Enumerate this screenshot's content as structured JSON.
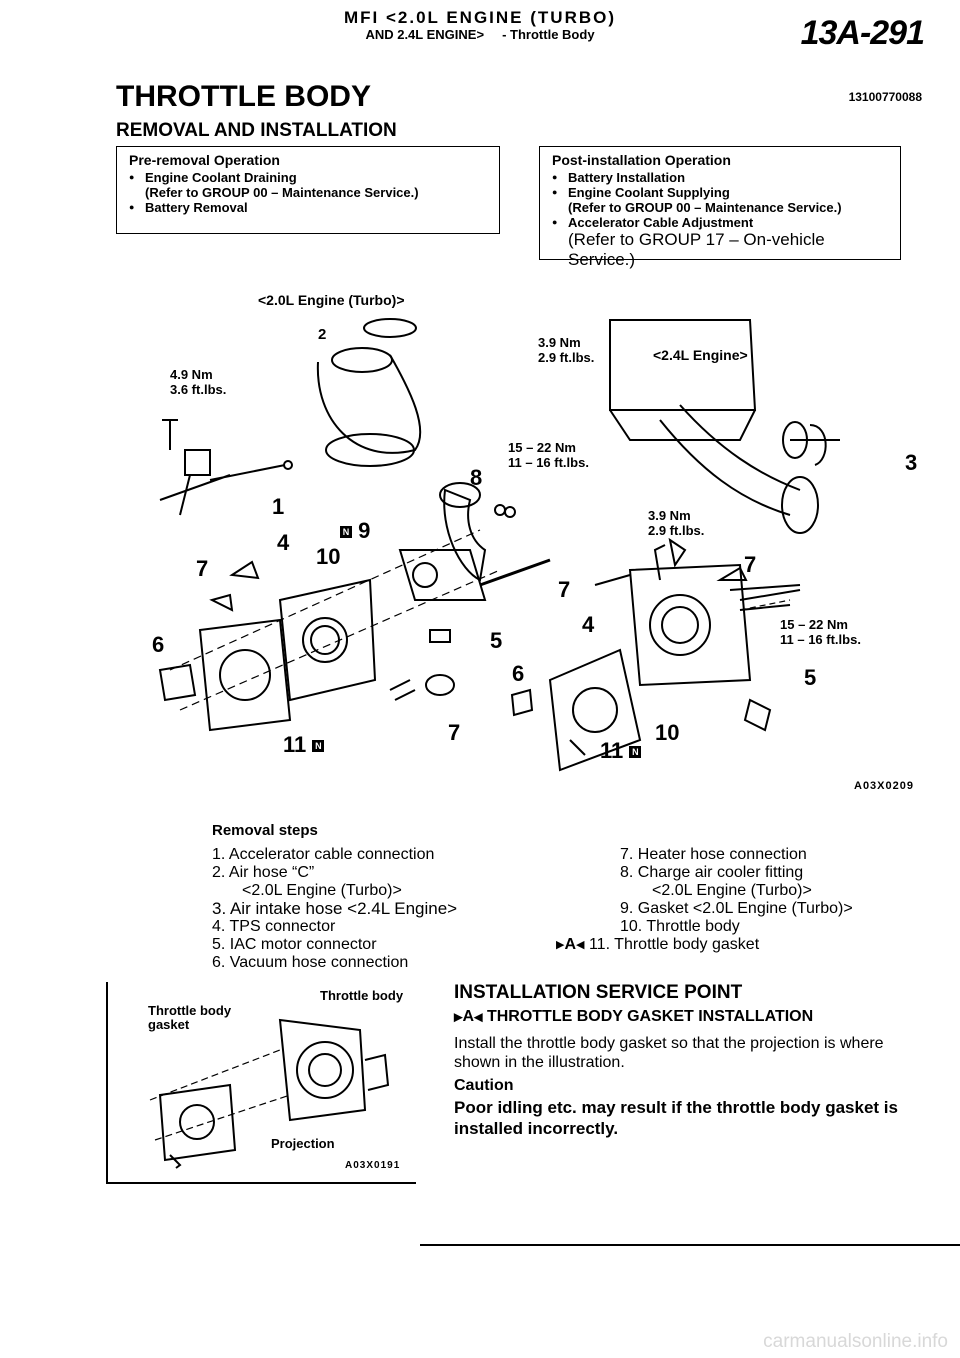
{
  "header": {
    "line1_prefix": "MFI <2.0L",
    "line1_main": "ENGINE (TURBO)",
    "line2": "AND 2.4L ENGINE>",
    "section": "- Throttle Body",
    "page": "13A-291"
  },
  "title": "THROTTLE BODY",
  "doc_number": "13100770088",
  "subtitle": "REMOVAL AND INSTALLATION",
  "pre_removal": {
    "heading": "Pre-removal Operation",
    "items": [
      "Engine Coolant Draining",
      "(Refer to GROUP 00 – Maintenance Service.)",
      "Battery Removal"
    ]
  },
  "post_installation": {
    "heading": "Post-installation Operation",
    "items": [
      "Battery Installation",
      "Engine Coolant Supplying",
      "(Refer to GROUP 00 – Maintenance Service.)",
      "Accelerator Cable Adjustment",
      "(Refer to GROUP 17 – On-vehicle Service.)"
    ]
  },
  "diagram": {
    "left_label": "<2.0L Engine (Turbo)>",
    "right_label": "<2.4L Engine>",
    "figure_code": "A03X0209",
    "torques": {
      "t_left_top": [
        "4.9 Nm",
        "3.6 ft.lbs."
      ],
      "t_hose_clamp": [
        "3.9 Nm",
        "2.9 ft.lbs."
      ],
      "t_flange": [
        "15 – 22 Nm",
        "11 – 16 ft.lbs."
      ],
      "t_right_clamp": [
        "3.9 Nm",
        "2.9 ft.lbs."
      ],
      "t_right_bolt": [
        "15 – 22 Nm",
        "11 – 16 ft.lbs."
      ]
    },
    "callouts": {
      "c1": "1",
      "c2": "2",
      "c3": "3",
      "c4a": "4",
      "c4b": "4",
      "c5a": "5",
      "c5b": "5",
      "c6a": "6",
      "c6b": "6",
      "c7a": "7",
      "c7b": "7",
      "c7c": "7",
      "c7d": "7",
      "c8": "8",
      "c9": "9",
      "c10a": "10",
      "c10b": "10",
      "c11a": "11",
      "c11b": "11",
      "badge": "N"
    }
  },
  "removal": {
    "title": "Removal steps",
    "left": [
      "1. Accelerator cable connection",
      "2. Air hose “C”",
      "<2.0L Engine (Turbo)>",
      "3. Air intake hose <2.4L Engine>",
      "4. TPS connector",
      "5. IAC motor connector",
      "6. Vacuum hose connection"
    ],
    "right": [
      "7. Heater hose connection",
      "8. Charge air cooler fitting",
      "<2.0L Engine (Turbo)>",
      "9. Gasket <2.0L Engine (Turbo)>",
      "10. Throttle body",
      "11. Throttle body gasket"
    ],
    "right_marker": "A"
  },
  "small_figure": {
    "label_body": "Throttle body",
    "label_gasket_1": "Throttle body",
    "label_gasket_2": "gasket",
    "label_projection": "Projection",
    "code": "A03X0191"
  },
  "service_point": {
    "title": "INSTALLATION SERVICE POINT",
    "marker": "A",
    "subtitle": "THROTTLE BODY GASKET INSTALLATION",
    "body": "Install the throttle body gasket so that the projection is where shown in the illustration.",
    "caution_heading": "Caution",
    "caution_text": "Poor idling etc. may result if the throttle body gasket is installed incorrectly."
  },
  "footer": {
    "watermark": "carmanualsonline.info"
  }
}
